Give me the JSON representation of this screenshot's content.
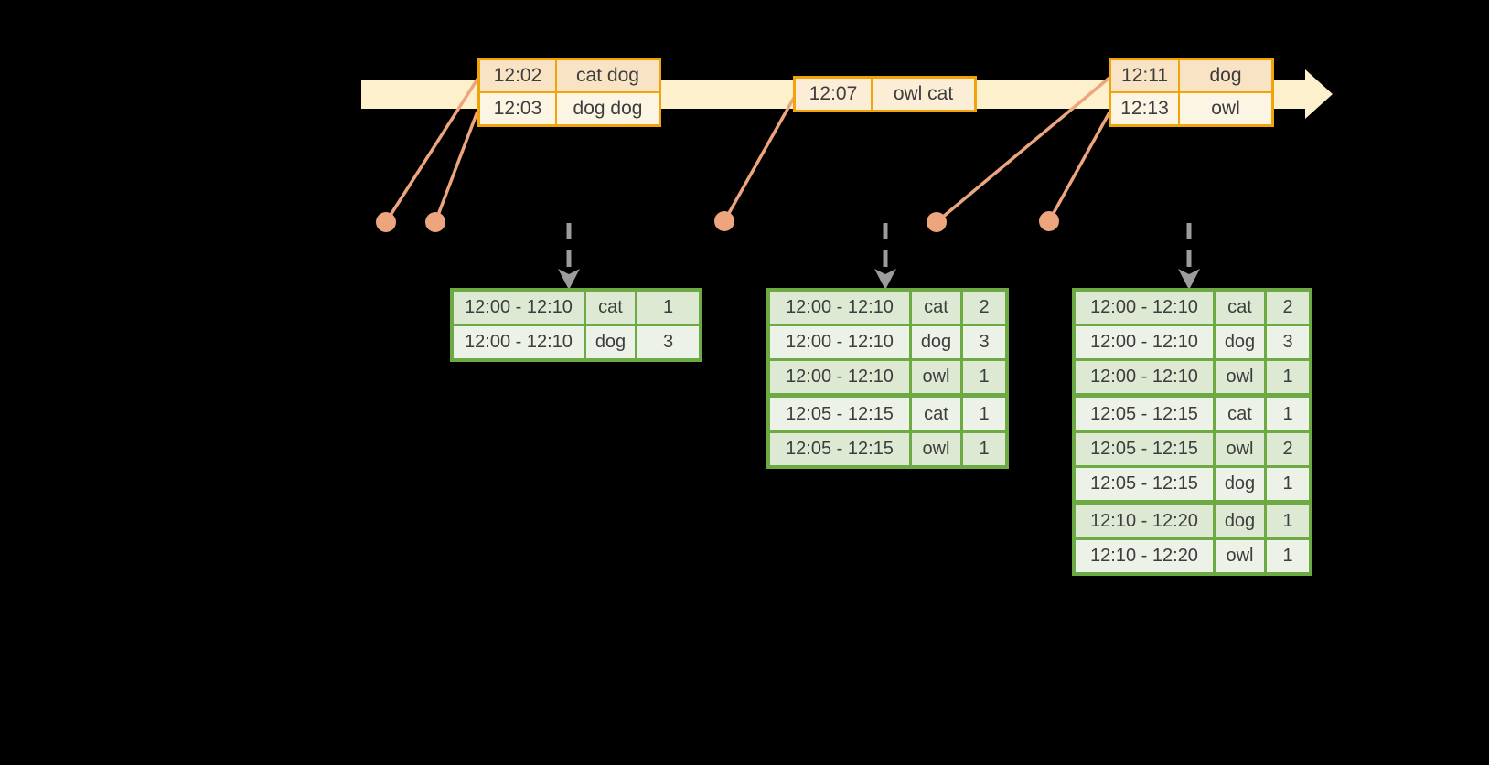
{
  "timeline": {
    "groups": [
      {
        "rows": [
          {
            "time": "12:02",
            "words": "cat dog"
          },
          {
            "time": "12:03",
            "words": "dog dog"
          }
        ]
      },
      {
        "rows": [
          {
            "time": "12:07",
            "words": "owl cat"
          }
        ]
      },
      {
        "rows": [
          {
            "time": "12:11",
            "words": "dog"
          },
          {
            "time": "12:13",
            "words": "owl"
          }
        ]
      }
    ]
  },
  "tables": [
    {
      "rows": [
        {
          "window": "12:00 - 12:10",
          "word": "cat",
          "count": "1"
        },
        {
          "window": "12:00 - 12:10",
          "word": "dog",
          "count": "3"
        }
      ]
    },
    {
      "rows": [
        {
          "window": "12:00 - 12:10",
          "word": "cat",
          "count": "2"
        },
        {
          "window": "12:00 - 12:10",
          "word": "dog",
          "count": "3"
        },
        {
          "window": "12:00 - 12:10",
          "word": "owl",
          "count": "1"
        },
        {
          "window": "12:05 - 12:15",
          "word": "cat",
          "count": "1"
        },
        {
          "window": "12:05 - 12:15",
          "word": "owl",
          "count": "1"
        }
      ]
    },
    {
      "rows": [
        {
          "window": "12:00 - 12:10",
          "word": "cat",
          "count": "2"
        },
        {
          "window": "12:00 - 12:10",
          "word": "dog",
          "count": "3"
        },
        {
          "window": "12:00 - 12:10",
          "word": "owl",
          "count": "1"
        },
        {
          "window": "12:05 - 12:15",
          "word": "cat",
          "count": "1"
        },
        {
          "window": "12:05 - 12:15",
          "word": "owl",
          "count": "2"
        },
        {
          "window": "12:05 - 12:15",
          "word": "dog",
          "count": "1"
        },
        {
          "window": "12:10 - 12:20",
          "word": "dog",
          "count": "1"
        },
        {
          "window": "12:10 - 12:20",
          "word": "owl",
          "count": "1"
        }
      ]
    }
  ],
  "colors": {
    "background": "#000000",
    "timeline_band": "#FCF1CC",
    "event_border": "#F0A40A",
    "event_fill_peach": "#F8E3C5",
    "event_fill_mid": "#FBEDD6",
    "event_fill_cream": "#FDF5E3",
    "connector_orange": "#EDA57E",
    "trigger_gray": "#9C9C9C",
    "table_border": "#6DAA44",
    "row_fill_dark": "#DEE9D3",
    "row_fill_light": "#EDF2E8",
    "text": "#3D3D3D"
  }
}
